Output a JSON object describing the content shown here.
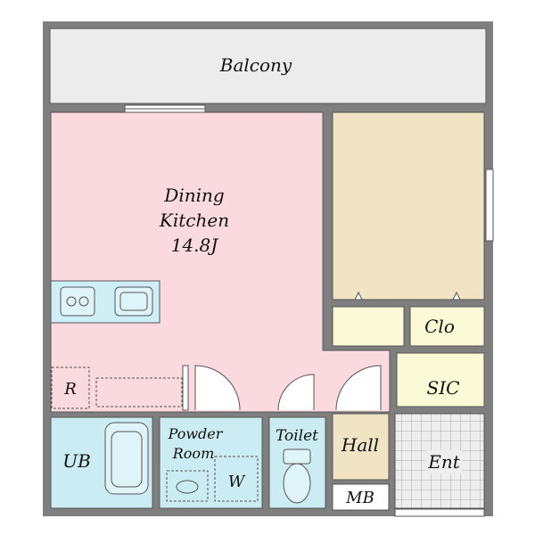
{
  "rooms": {
    "balcony": "Balcony",
    "dining_kitchen": [
      "Dining",
      "Kitchen",
      "14.8J"
    ],
    "clo": "Clo",
    "sic": "SIC",
    "r": "R",
    "ub": "UB",
    "powder_room": [
      "Powder",
      "Room"
    ],
    "w": "W",
    "toilet": "Toilet",
    "hall": "Hall",
    "ent": "Ent",
    "mb": "MB"
  },
  "colors": {
    "outer_wall": "#7f7f7f",
    "balcony": "#ececec",
    "dining_kitchen": "#fad9df",
    "bedroom": "#f1e4c4",
    "storage": "#fafbd6",
    "wet_area": "#ccecf4",
    "hall": "#f1e4c4",
    "entrance": "#eeeeee"
  }
}
